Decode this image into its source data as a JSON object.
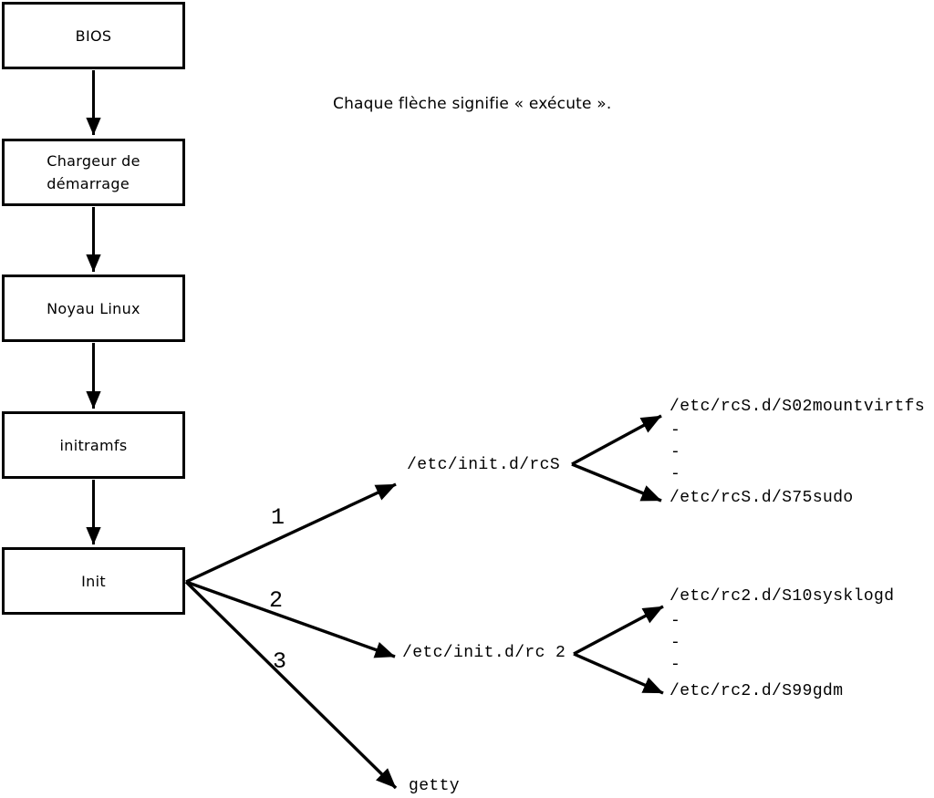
{
  "note": "Chaque flèche signifie « exécute ».",
  "colors": {
    "ink": "#000000",
    "background": "#ffffff"
  },
  "boot_chain": [
    {
      "label": "BIOS"
    },
    {
      "label": "Chargeur de\ndémarrage"
    },
    {
      "label": "Noyau Linux"
    },
    {
      "label": "initramfs"
    },
    {
      "label": "Init"
    }
  ],
  "branches": [
    {
      "number": "1",
      "target": "/etc/init.d/rcS",
      "scripts": {
        "first": "/etc/rcS.d/S02mountvirtfs",
        "dashes": [
          "-",
          "-",
          "-"
        ],
        "last": "/etc/rcS.d/S75sudo"
      }
    },
    {
      "number": "2",
      "target": "/etc/init.d/rc 2",
      "scripts": {
        "first": "/etc/rc2.d/S10sysklogd",
        "dashes": [
          "-",
          "-",
          "-"
        ],
        "last": "/etc/rc2.d/S99gdm"
      }
    },
    {
      "number": "3",
      "target": "getty"
    }
  ]
}
